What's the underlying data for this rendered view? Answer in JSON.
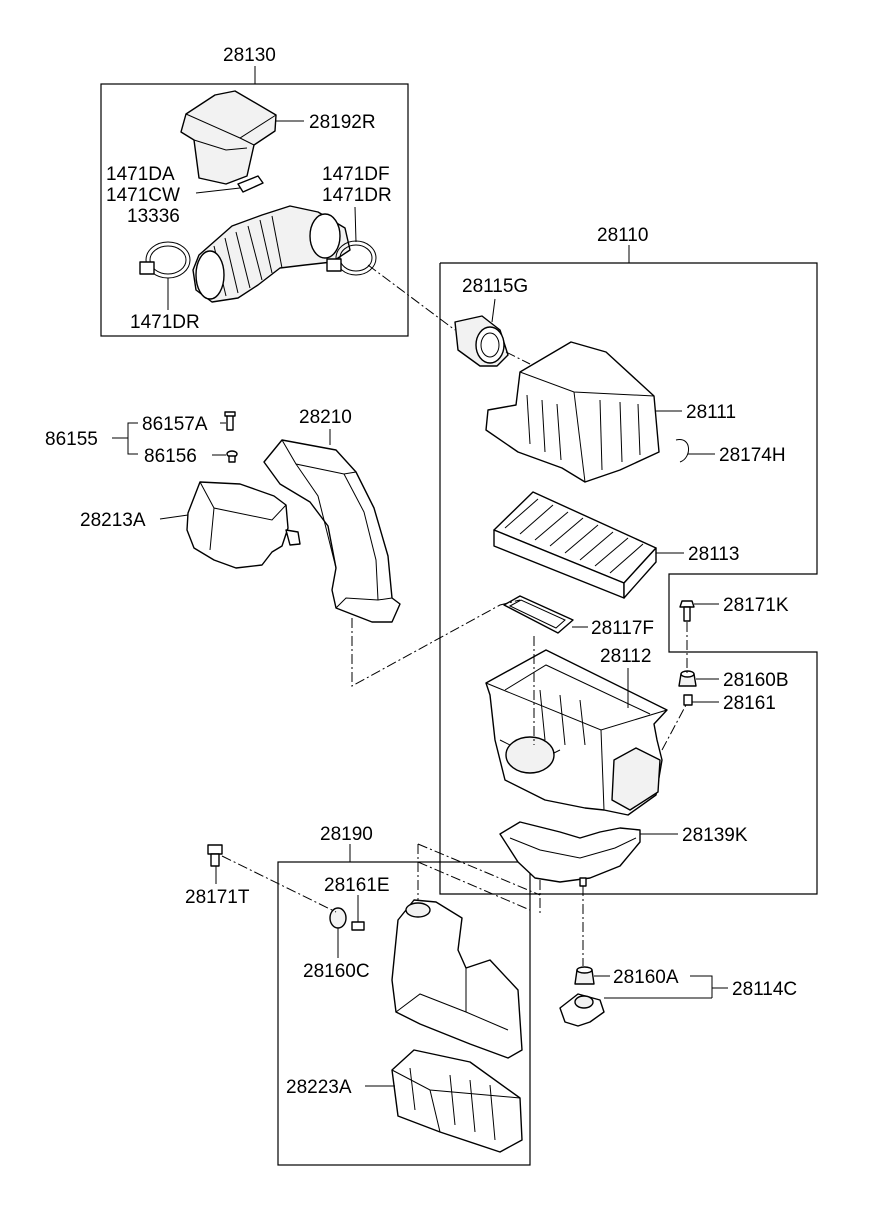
{
  "labels": {
    "p28130": "28130",
    "p28192R": "28192R",
    "p1471DA": "1471DA",
    "p1471CW": "1471CW",
    "p13336": "13336",
    "p1471DF": "1471DF",
    "p1471DR_a": "1471DR",
    "p1471DR_b": "1471DR",
    "p28110": "28110",
    "p28115G": "28115G",
    "p28111": "28111",
    "p28174H": "28174H",
    "p28113": "28113",
    "p28171K": "28171K",
    "p28117F": "28117F",
    "p28112": "28112",
    "p28160B": "28160B",
    "p28161": "28161",
    "p28139K": "28139K",
    "p86155": "86155",
    "p86157A": "86157A",
    "p86156": "86156",
    "p28210": "28210",
    "p28213A": "28213A",
    "p28190": "28190",
    "p28171T": "28171T",
    "p28161E": "28161E",
    "p28160C": "28160C",
    "p28160A": "28160A",
    "p28114C": "28114C",
    "p28223A": "28223A"
  }
}
